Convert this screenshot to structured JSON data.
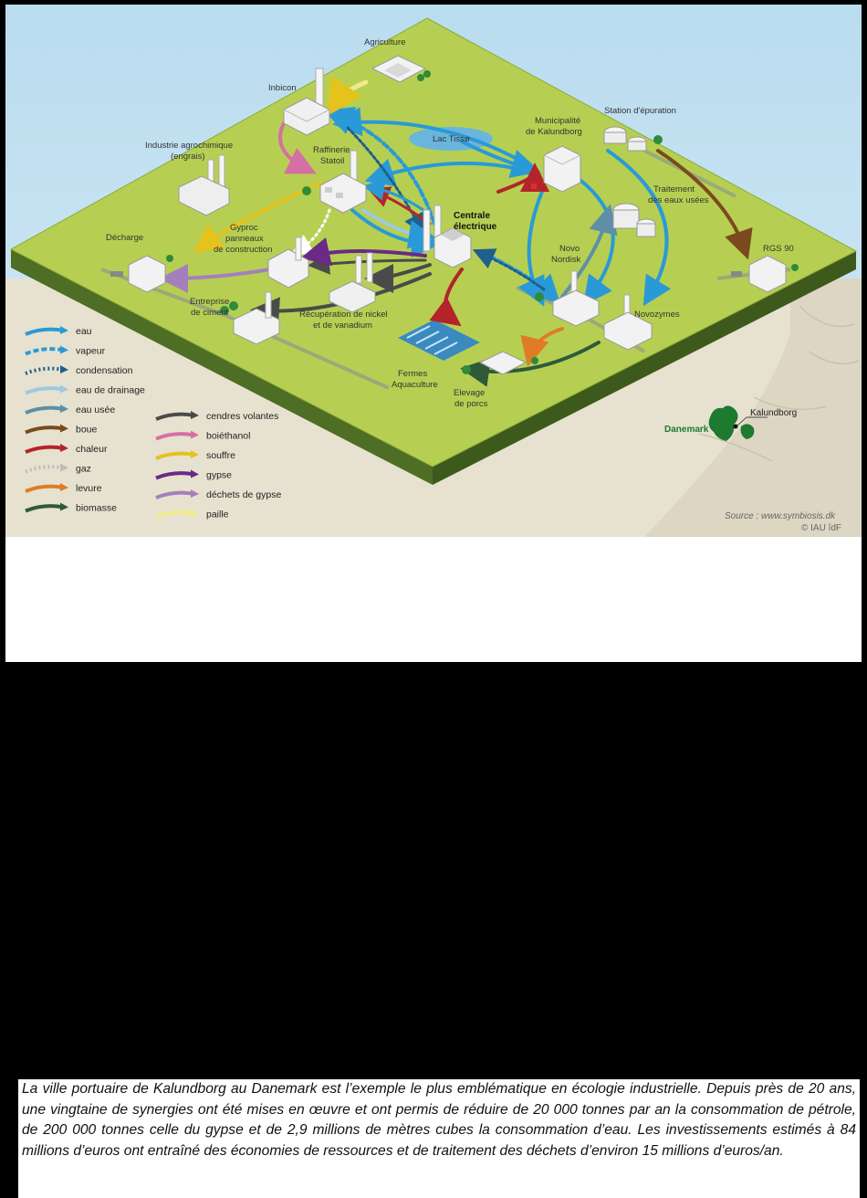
{
  "diagram": {
    "labels": {
      "agriculture": "Agriculture",
      "inbicon": "Inbicon",
      "industrie_1": "Industrie agrochimique",
      "industrie_2": "(engrais)",
      "raffinerie_1": "Raffinerie",
      "raffinerie_2": "Statoil",
      "lac_tisso": "Lac Tissø",
      "municipalite_1": "Municipalité",
      "municipalite_2": "de Kalundborg",
      "station": "Station d'épuration",
      "traitement_1": "Traitement",
      "traitement_2": "des eaux usées",
      "centrale_1": "Centrale",
      "centrale_2": "électrique",
      "decharge": "Décharge",
      "gyproc_1": "Gyproc",
      "gyproc_2": "panneaux",
      "gyproc_3": "de construction",
      "novo_1": "Novo",
      "novo_2": "Nordisk",
      "rgs": "RGS 90",
      "ciment_1": "Entreprise",
      "ciment_2": "de ciment",
      "nickel_1": "Récupération de nickel",
      "nickel_2": "et de vanadium",
      "novozymes": "Novozymes",
      "fermes_1": "Fermes",
      "fermes_2": "Aquaculture",
      "porcs_1": "Elevage",
      "porcs_2": "de porcs"
    },
    "map": {
      "country": "Danemark",
      "city": "Kalundborg"
    },
    "source": "Source : www.symbiosis.dk",
    "credit": "© IAU îdF"
  },
  "legend": {
    "col1": [
      {
        "label": "eau",
        "color": "#2a9ad6",
        "style": "solid"
      },
      {
        "label": "vapeur",
        "color": "#2a9ad6",
        "style": "dashed"
      },
      {
        "label": "condensation",
        "color": "#1f5f8b",
        "style": "dotted"
      },
      {
        "label": "eau de drainage",
        "color": "#9ec9df",
        "style": "solid"
      },
      {
        "label": "eau usée",
        "color": "#5e8fa8",
        "style": "solid"
      },
      {
        "label": "boue",
        "color": "#7a4a1c",
        "style": "solid"
      },
      {
        "label": "chaleur",
        "color": "#b5242a",
        "style": "solid"
      },
      {
        "label": "gaz",
        "color": "#ffffff",
        "style": "dotted"
      },
      {
        "label": "levure",
        "color": "#e07b26",
        "style": "solid"
      },
      {
        "label": "biomasse",
        "color": "#2f5a3a",
        "style": "solid"
      }
    ],
    "col2": [
      {
        "label": "cendres volantes",
        "color": "#4a4a4a",
        "style": "solid"
      },
      {
        "label": "boiéthanol",
        "color": "#d66fa3",
        "style": "solid"
      },
      {
        "label": "souffre",
        "color": "#e6c21d",
        "style": "solid"
      },
      {
        "label": "gypse",
        "color": "#6a2a86",
        "style": "solid"
      },
      {
        "label": "déchets de gypse",
        "color": "#a57fbc",
        "style": "solid"
      },
      {
        "label": "paille",
        "color": "#f0ea8a",
        "style": "solid"
      }
    ]
  },
  "caption": "La ville portuaire de Kalundborg au Danemark est l’exemple le plus emblématique en écologie industrielle. Depuis près de 20 ans, une vingtaine de synergies ont été mises en œuvre et ont permis de réduire de 20 000 tonnes par an la consommation de pétrole, de 200 000 tonnes celle du gypse et de 2,9 millions de mètres cubes la consommation d’eau. Les investissements estimés à 84 millions d’euros ont entraîné des économies de ressources et de traitement des déchets d’environ 15 millions d’euros/an."
}
